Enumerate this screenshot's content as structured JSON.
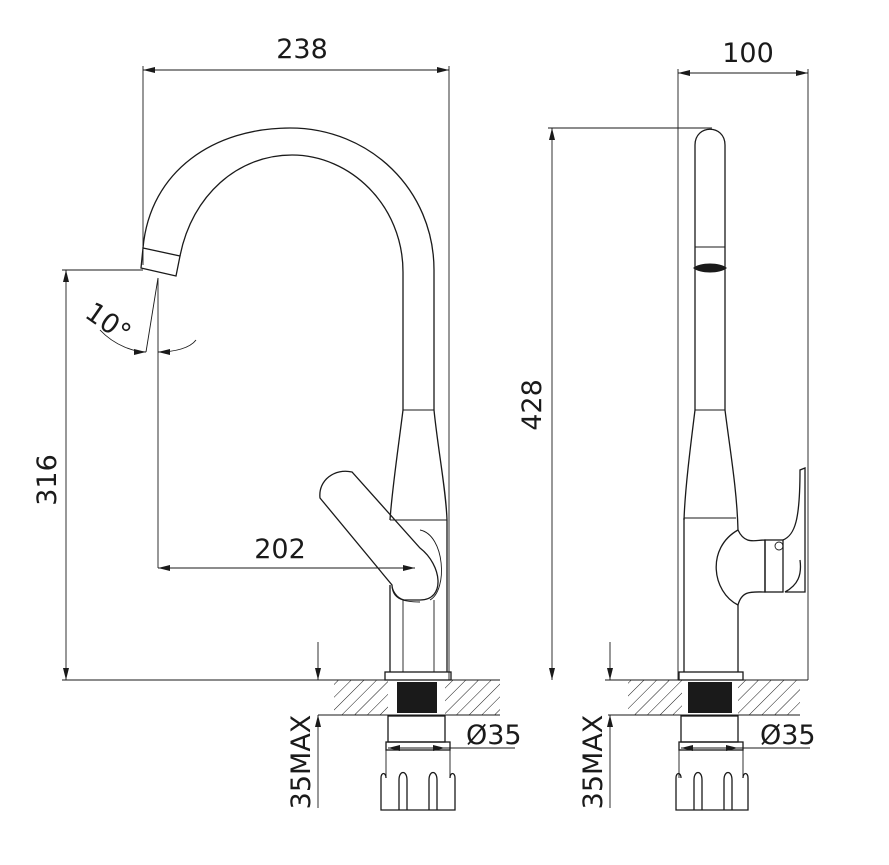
{
  "front_view": {
    "width_dim": "238",
    "spout_height_dim": "316",
    "reach_dim": "202",
    "swivel_angle": "10°",
    "hole_diameter": "Ø35",
    "counter_thickness": "35MAX"
  },
  "side_view": {
    "depth_dim": "100",
    "total_height_dim": "428",
    "hole_diameter": "Ø35",
    "counter_thickness": "35MAX"
  },
  "colors": {
    "line": "#1a1a1a",
    "background": "#ffffff"
  }
}
